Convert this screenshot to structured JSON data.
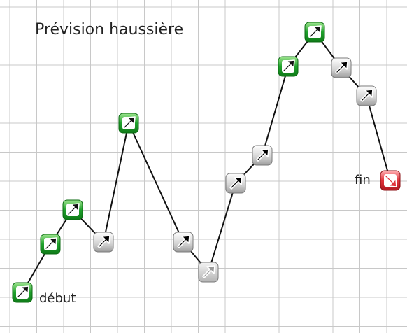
{
  "title": "Prévision haussière",
  "labels": {
    "start": "début",
    "end": "fin"
  },
  "colors": {
    "grid": "#c8c8c8",
    "line": "#111111",
    "up": "#22a52e",
    "neutral": "#aaaaaa",
    "neutral_light": "#d9d9d9",
    "end": "#e0323a"
  },
  "legend_of_kinds": {
    "up": "up-arrow-icon",
    "neutral": "up-right-arrow-icon",
    "neutral-light": "up-right-arrow-light-icon",
    "down": "down-right-arrow-icon"
  },
  "steps": [
    {
      "kind": "up"
    },
    {
      "kind": "up"
    },
    {
      "kind": "up"
    },
    {
      "kind": "neutral"
    },
    {
      "kind": "up"
    },
    {
      "kind": "neutral"
    },
    {
      "kind": "neutral-light"
    },
    {
      "kind": "neutral"
    },
    {
      "kind": "neutral"
    },
    {
      "kind": "up"
    },
    {
      "kind": "up"
    },
    {
      "kind": "neutral"
    },
    {
      "kind": "neutral"
    },
    {
      "kind": "down"
    }
  ]
}
